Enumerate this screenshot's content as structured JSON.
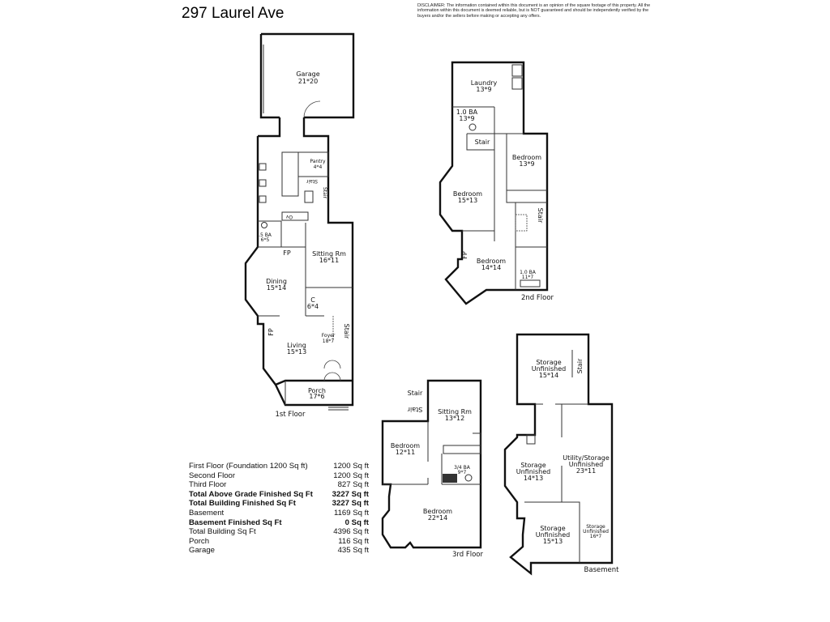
{
  "title": "297 Laurel Ave",
  "disclaimer": "DISCLAIMER: The information contained within this document is an opinion of the square footage of this property. All the information within this document is deemed reliable, but is NOT guaranteed and should be independently verified by the buyers and/or the sellers before making or accepting any offers.",
  "labels": {
    "stair": "Stair",
    "fp": "FP",
    "closet": "C",
    "oven": "Ov"
  },
  "floors": {
    "first": {
      "label": "1st Floor",
      "rooms": [
        {
          "name": "Garage",
          "dims": "21*20"
        },
        {
          "name": "Pantry",
          "dims": "4*4"
        },
        {
          "name": ".5 BA",
          "dims": "6*5"
        },
        {
          "name": "Sitting Rm",
          "dims": "16*11"
        },
        {
          "name": "Dining",
          "dims": "15*14"
        },
        {
          "name": "C",
          "dims": "6*4"
        },
        {
          "name": "Foyer",
          "dims": "18*7"
        },
        {
          "name": "Living",
          "dims": "15*13"
        },
        {
          "name": "Porch",
          "dims": "17*6"
        }
      ]
    },
    "second": {
      "label": "2nd Floor",
      "rooms": [
        {
          "name": "Laundry",
          "dims": "13*9"
        },
        {
          "name": "1.0 BA",
          "dims": "13*9"
        },
        {
          "name": "Bedroom",
          "dims": "13*9"
        },
        {
          "name": "Bedroom",
          "dims": "15*13"
        },
        {
          "name": "Bedroom",
          "dims": "14*14"
        },
        {
          "name": "1.0 BA",
          "dims": "11*7"
        }
      ]
    },
    "third": {
      "label": "3rd Floor",
      "rooms": [
        {
          "name": "Sitting Rm",
          "dims": "13*12"
        },
        {
          "name": "Bedroom",
          "dims": "12*11"
        },
        {
          "name": "3/4 BA",
          "dims": "9*7"
        },
        {
          "name": "Bedroom",
          "dims": "22*14"
        }
      ]
    },
    "basement": {
      "label": "Basement",
      "rooms": [
        {
          "name": "Storage Unfinished",
          "dims": "15*14"
        },
        {
          "name": "Utility/Storage Unfinished",
          "dims": "23*11"
        },
        {
          "name": "Storage Unfinished",
          "dims": "14*13"
        },
        {
          "name": "Storage Unfinished",
          "dims": "15*13"
        },
        {
          "name": "Storage Unfinished",
          "dims": "16*7"
        }
      ]
    }
  },
  "summary": [
    {
      "label": "First Floor (Foundation 1200 Sq ft)",
      "value": "1200 Sq ft",
      "bold": false
    },
    {
      "label": "Second Floor",
      "value": "1200 Sq ft",
      "bold": false
    },
    {
      "label": "Third Floor",
      "value": "827 Sq ft",
      "bold": false
    },
    {
      "label": "Total Above Grade Finished Sq Ft",
      "value": "3227 Sq ft",
      "bold": true
    },
    {
      "label": "Total Building Finished Sq Ft",
      "value": "3227 Sq ft",
      "bold": true
    },
    {
      "label": "Basement",
      "value": "1169 Sq ft",
      "bold": false
    },
    {
      "label": "Basement Finished Sq Ft",
      "value": "0 Sq ft",
      "bold": true
    },
    {
      "label": "Total Building Sq Ft",
      "value": "4396 Sq ft",
      "bold": false
    },
    {
      "label": "Porch",
      "value": "116 Sq ft",
      "bold": false
    },
    {
      "label": "Garage",
      "value": "435 Sq ft",
      "bold": false
    }
  ]
}
